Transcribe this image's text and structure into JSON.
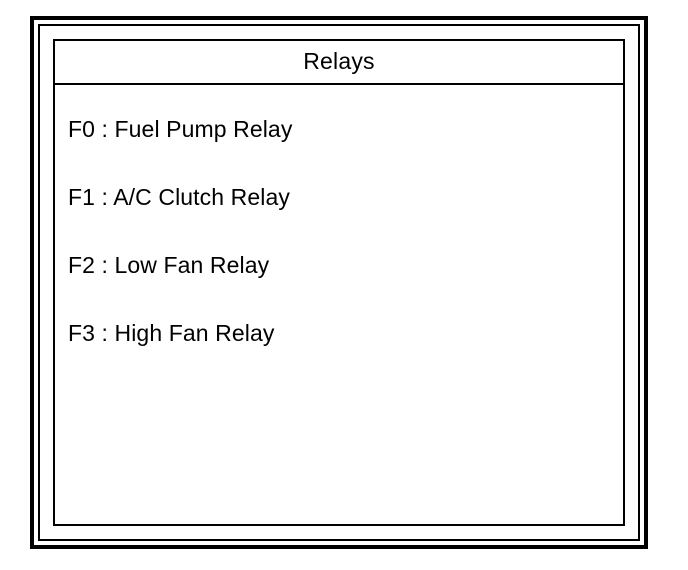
{
  "window": {
    "title": "Relays",
    "frame_style": "triple-border",
    "background_color": "#ffffff",
    "foreground_color": "#000000"
  },
  "panel": {
    "title": "Relays",
    "items": [
      {
        "id": "F0",
        "label": "F0 : Fuel Pump Relay"
      },
      {
        "id": "F1",
        "label": "F1 : A/C Clutch Relay"
      },
      {
        "id": "F2",
        "label": "F2 : Low Fan Relay"
      },
      {
        "id": "F3",
        "label": "F3 : High Fan Relay"
      }
    ]
  }
}
